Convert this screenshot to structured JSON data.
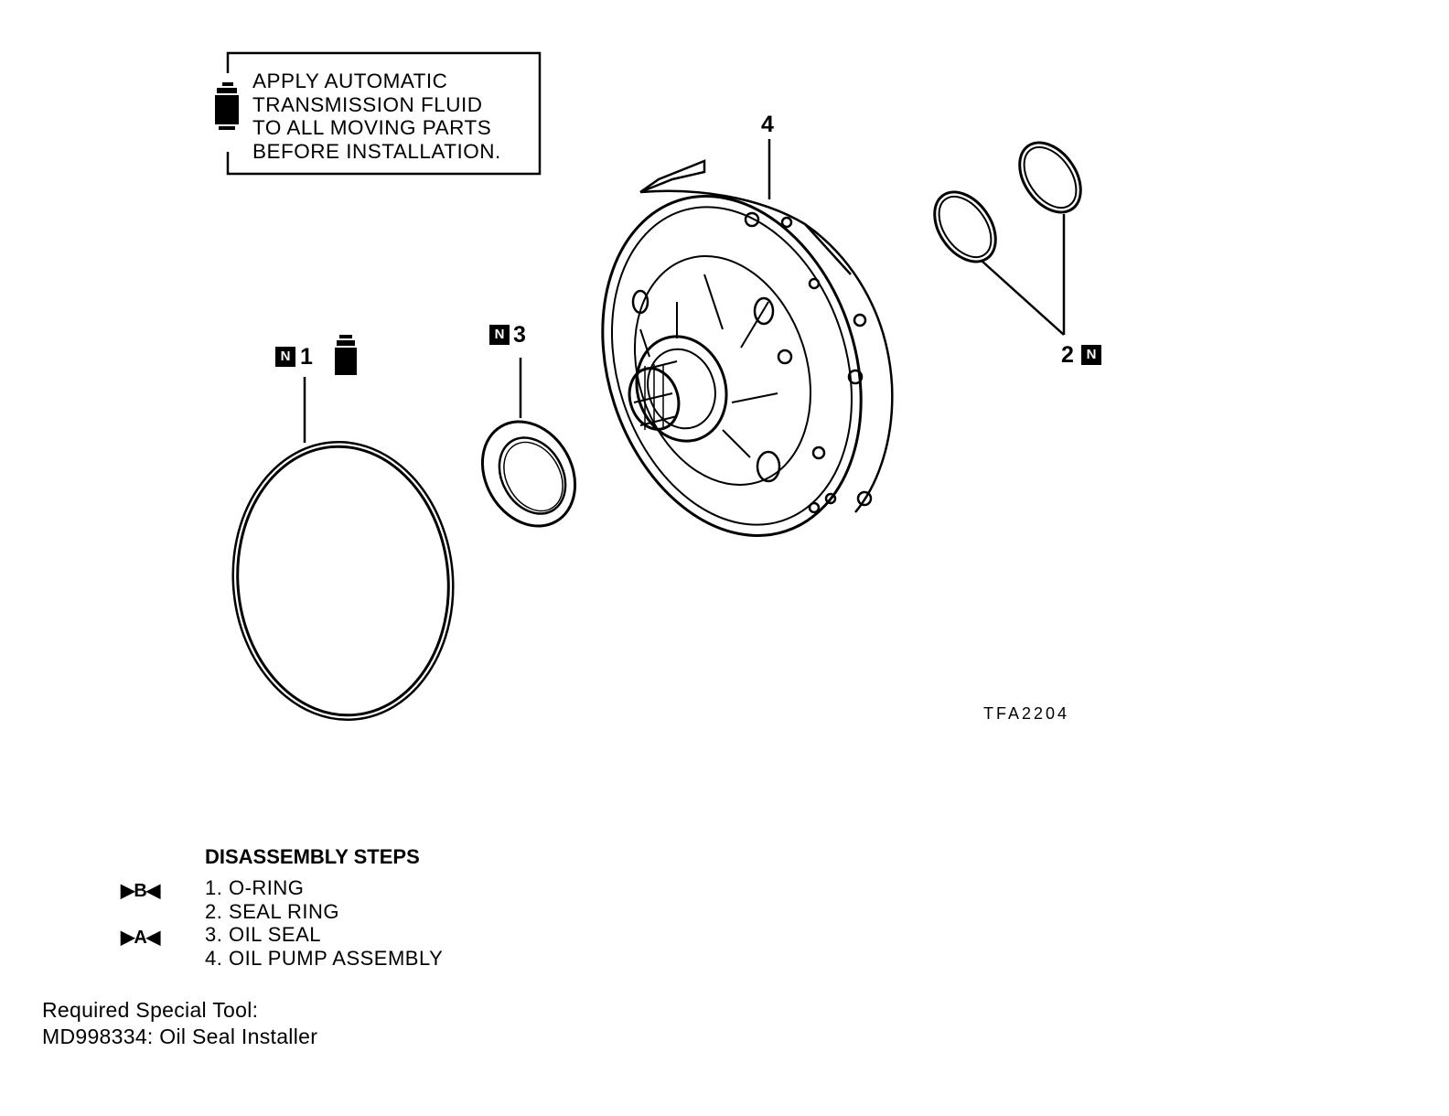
{
  "note": {
    "lines": [
      "APPLY AUTOMATIC",
      "TRANSMISSION FLUID",
      "TO ALL MOVING PARTS",
      "BEFORE INSTALLATION."
    ],
    "icon": "oil-can-icon"
  },
  "callouts": {
    "c1": "1",
    "c2": "2",
    "c3": "3",
    "c4": "4",
    "n_badge": "N"
  },
  "figure_code": "TFA2204",
  "disassembly": {
    "title": "DISASSEMBLY STEPS",
    "markers": [
      "▶B◀",
      "▶A◀"
    ],
    "steps": [
      "1. O-RING",
      "2. SEAL RING",
      "3. OIL SEAL",
      "4. OIL PUMP ASSEMBLY"
    ]
  },
  "special_tool": {
    "label": "Required Special Tool:",
    "item": "MD998334: Oil Seal Installer"
  }
}
